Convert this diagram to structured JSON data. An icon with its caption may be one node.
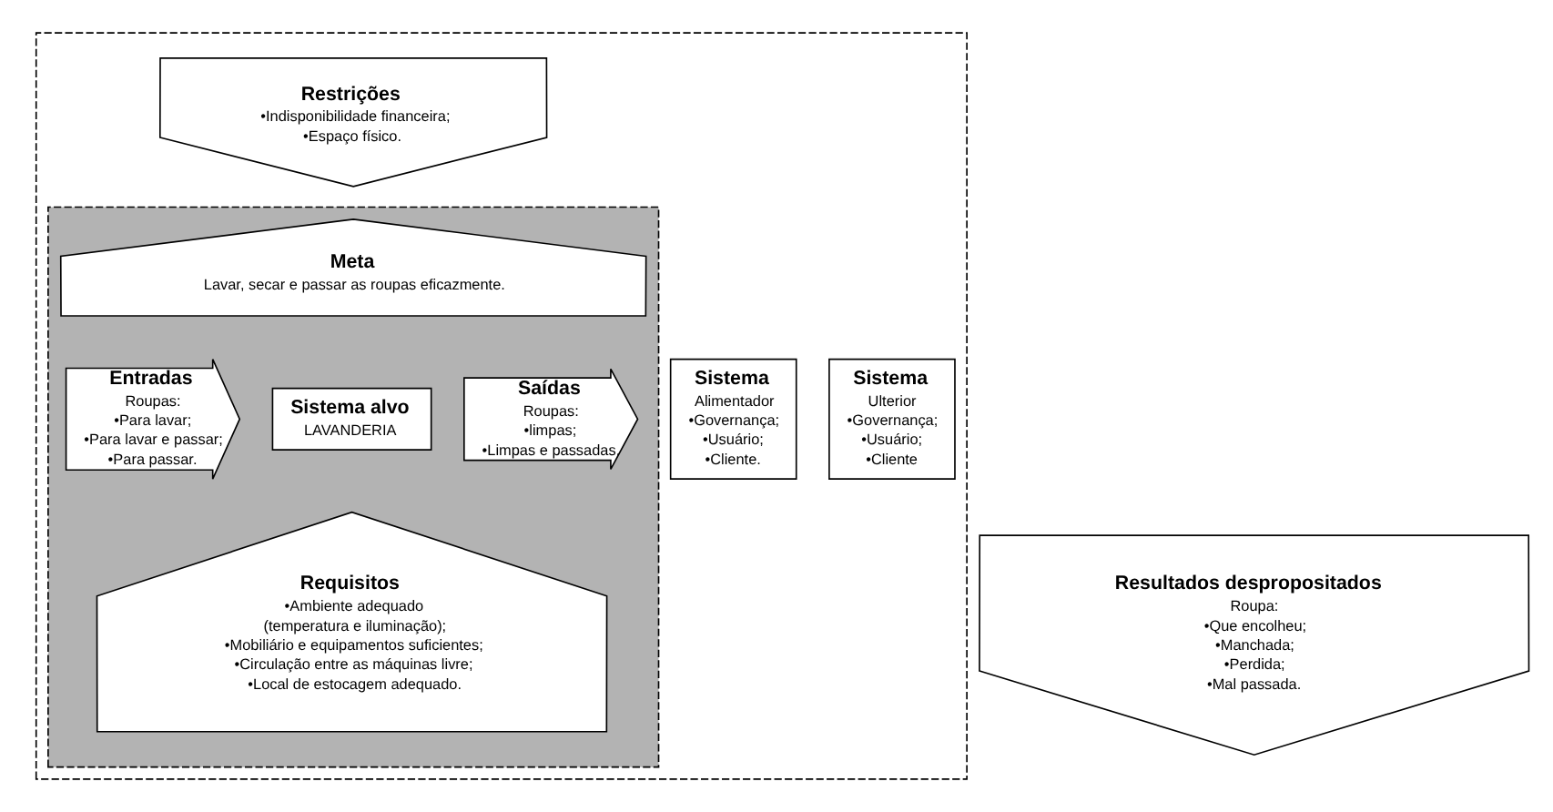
{
  "diagram": {
    "nodes": [
      {
        "text": [],
        "shape": "box"
      },
      {
        "text": [
          "Restrições",
          "•Indisponibilidade financeira;",
          "•Espaço físico."
        ],
        "in": 0
      },
      {
        "text": [],
        "shape": "box",
        "in": 0
      },
      {
        "text": [
          "Meta",
          "Lavar, secar e passar as roupas eficazmente."
        ],
        "in": 2
      },
      {
        "text": [
          "Sistema",
          "Alimentador",
          "•Governança;",
          "•Usuário;",
          "•Cliente."
        ],
        "in": 0
      },
      {
        "text": [
          "Entradas",
          "Roupas:",
          "•Para lavar;",
          "•Para lavar e passar;",
          "•Para passar."
        ],
        "in": 2
      },
      {
        "text": [
          "Sistema alvo",
          "LAVANDERIA"
        ],
        "in": 2
      },
      {
        "text": [
          "Saídas",
          "Roupas:",
          "•limpas;",
          "•Limpas e passadas."
        ],
        "in": 2
      },
      {
        "text": [
          "Sistema",
          "Ulterior",
          "•Governança;",
          "•Usuário;",
          "•Cliente"
        ],
        "in": 0
      },
      {
        "text": [
          "Requisitos",
          "•Ambiente adequado",
          "(temperatura e iluminação);",
          "•Mobiliário e equipamentos suficientes;",
          "•Circulação entre as máquinas livre;",
          "•Local de estocagem adequado."
        ],
        "in": 2
      },
      {
        "text": [
          "Resultados despropositados",
          "Roupa:",
          "•Que encolheu;",
          "•Manchada;",
          "•Perdida;",
          "•Mal passada."
        ]
      }
    ]
  }
}
